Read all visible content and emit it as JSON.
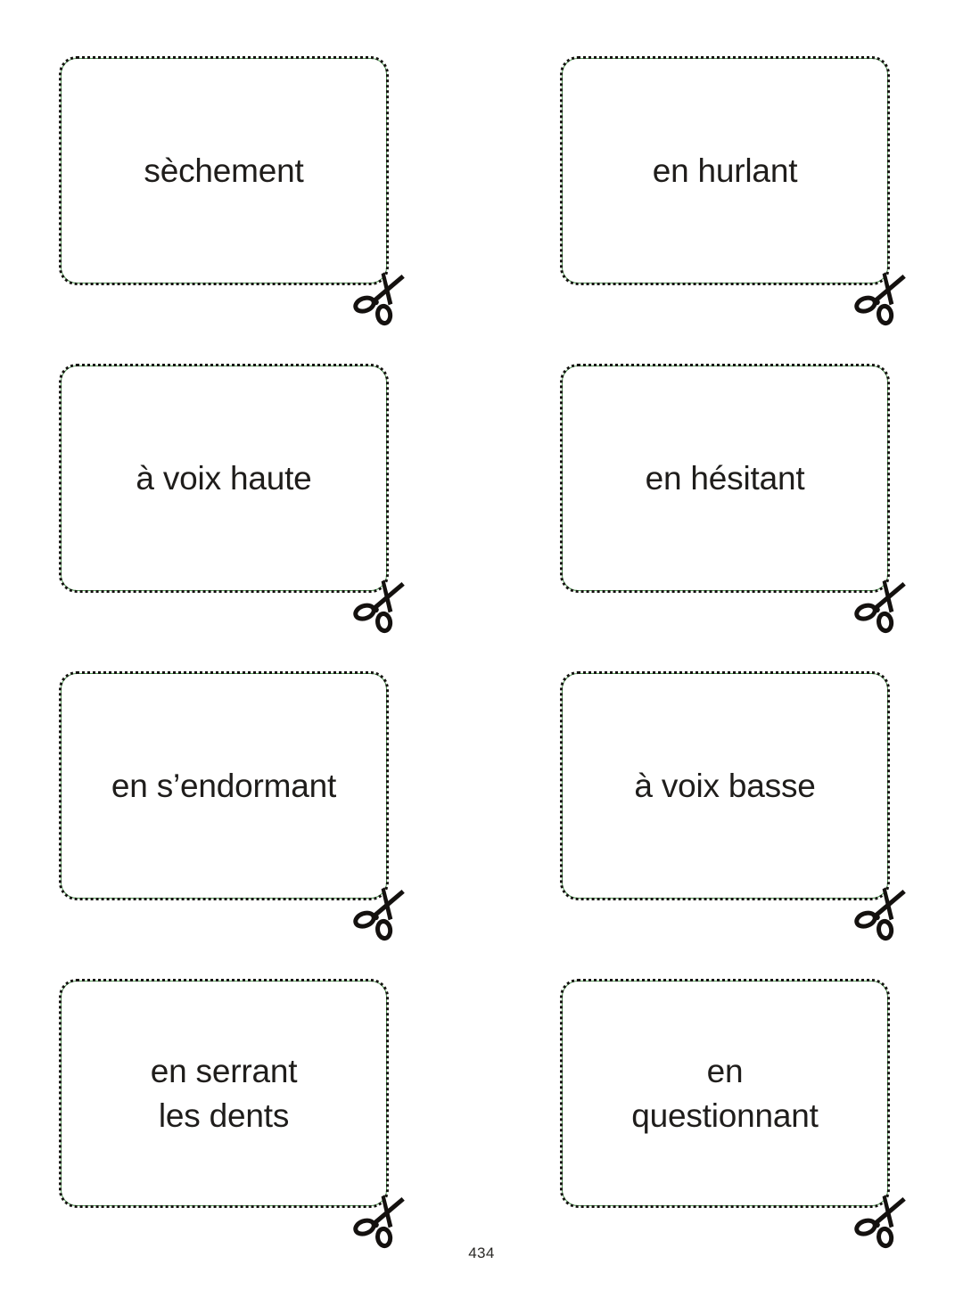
{
  "page": {
    "page_number": "434",
    "background_color": "#ffffff"
  },
  "style": {
    "card_border_color": "#4f9a52",
    "card_dot_color": "#14110f",
    "text_color": "#1f1d1b",
    "card_fill": "#ffffff"
  },
  "icons": {
    "scissors": "scissors-icon"
  },
  "cards": [
    {
      "id": "card-1",
      "text": "sèchement",
      "row": 0,
      "col": 0,
      "lines": 1
    },
    {
      "id": "card-2",
      "text": "en hurlant",
      "row": 0,
      "col": 1,
      "lines": 1
    },
    {
      "id": "card-3",
      "text": "à voix haute",
      "row": 1,
      "col": 0,
      "lines": 1
    },
    {
      "id": "card-4",
      "text": "en hésitant",
      "row": 1,
      "col": 1,
      "lines": 1
    },
    {
      "id": "card-5",
      "text": "en s’endormant",
      "row": 2,
      "col": 0,
      "lines": 1
    },
    {
      "id": "card-6",
      "text": "à voix basse",
      "row": 2,
      "col": 1,
      "lines": 1
    },
    {
      "id": "card-7",
      "text": "en serrant\nles dents",
      "row": 3,
      "col": 0,
      "lines": 2
    },
    {
      "id": "card-8",
      "text": "en\nquestionnant",
      "row": 3,
      "col": 1,
      "lines": 2
    }
  ]
}
